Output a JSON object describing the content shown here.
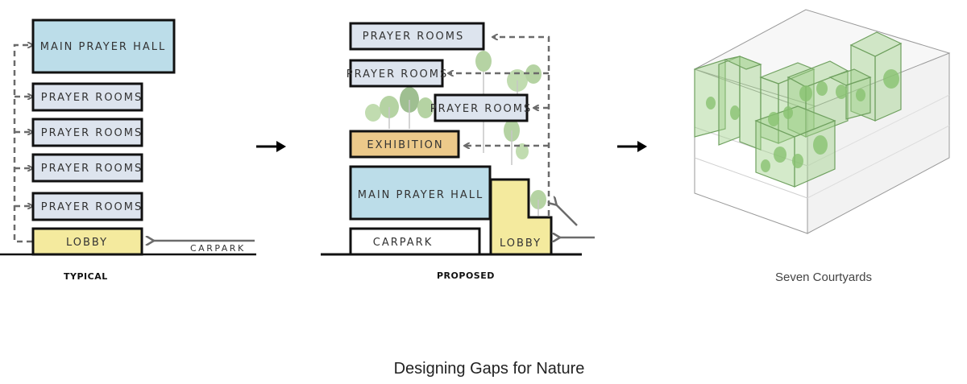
{
  "colors": {
    "hall_blue": "#bcdde9",
    "room_gray": "#dde4ee",
    "lobby_yellow": "#f4ea9e",
    "exhibition_tan": "#ecc98a",
    "outline": "#111111",
    "dashed_arrow": "#6b6b6b",
    "tree_green": "#a9cc93",
    "courtyard_green": "#9fd08a"
  },
  "typical": {
    "main_prayer_hall": "MAIN PRAYER HALL",
    "prayer_rooms": [
      "PRAYER ROOMS",
      "PRAYER ROOMS",
      "PRAYER ROOMS",
      "PRAYER ROOMS"
    ],
    "lobby": "LOBBY",
    "carpark": "CARPARK",
    "caption": "TYPICAL"
  },
  "proposed": {
    "prayer_rooms": [
      "PRAYER ROOMS",
      "PRAYER ROOMS",
      "PRAYER ROOMS"
    ],
    "exhibition": "EXHIBITION",
    "main_prayer_hall": "MAIN PRAYER HALL",
    "carpark": "CARPARK",
    "lobby": "LOBBY",
    "caption": "PROPOSED"
  },
  "courtyards": {
    "caption": "Seven Courtyards"
  },
  "title": "Designing Gaps for Nature",
  "icons": {
    "flow_arrow": "right-arrow-icon",
    "tree": "tree-icon"
  }
}
